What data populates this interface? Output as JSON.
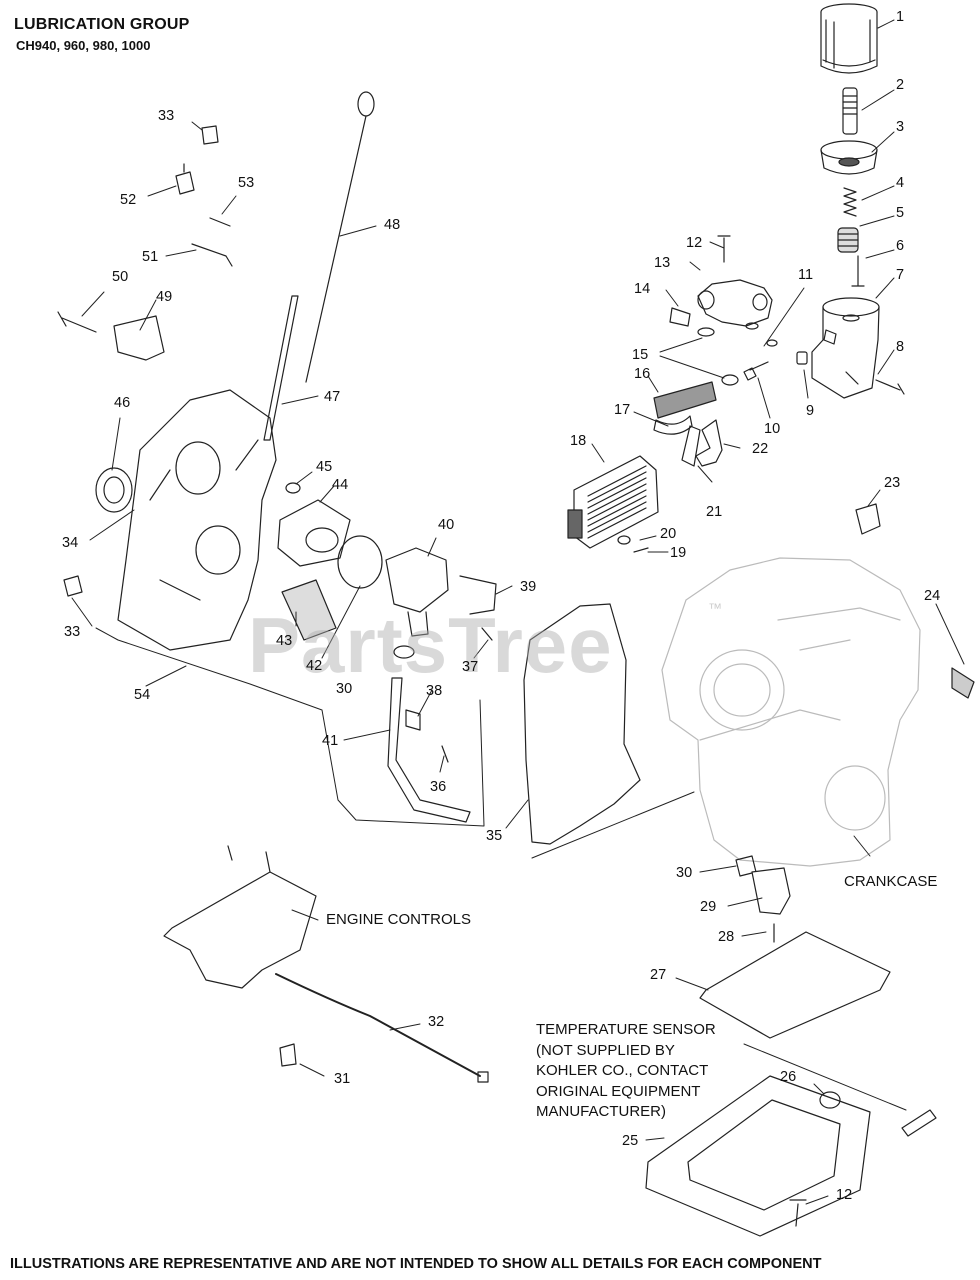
{
  "title": "LUBRICATION GROUP",
  "subtitle": "CH940, 960, 980, 1000",
  "footer": "ILLUSTRATIONS ARE REPRESENTATIVE AND ARE NOT INTENDED TO SHOW ALL DETAILS FOR EACH COMPONENT",
  "watermark": "PartsTree",
  "watermark_tm": "™",
  "callouts": {
    "c1": "1",
    "c2": "2",
    "c3": "3",
    "c4": "4",
    "c5": "5",
    "c6": "6",
    "c7": "7",
    "c8": "8",
    "c9": "9",
    "c10": "10",
    "c11": "11",
    "c12a": "12",
    "c12b": "12",
    "c13": "13",
    "c14": "14",
    "c15": "15",
    "c16": "16",
    "c17": "17",
    "c18": "18",
    "c19": "19",
    "c20": "20",
    "c21": "21",
    "c22": "22",
    "c23": "23",
    "c24": "24",
    "c25": "25",
    "c26": "26",
    "c27": "27",
    "c28": "28",
    "c29": "29",
    "c30a": "30",
    "c30b": "30",
    "c31": "31",
    "c32": "32",
    "c33a": "33",
    "c33b": "33",
    "c34": "34",
    "c35": "35",
    "c36": "36",
    "c37": "37",
    "c38": "38",
    "c39": "39",
    "c40": "40",
    "c41": "41",
    "c42": "42",
    "c43": "43",
    "c44": "44",
    "c45": "45",
    "c46": "46",
    "c47": "47",
    "c48": "48",
    "c49": "49",
    "c50": "50",
    "c51": "51",
    "c52": "52",
    "c53": "53",
    "c54": "54"
  },
  "captions": {
    "engine_controls": "ENGINE CONTROLS",
    "crankcase": "CRANKCASE",
    "temperature_sensor_note": "TEMPERATURE SENSOR\n(NOT SUPPLIED BY\nKOHLER CO., CONTACT\nORIGINAL EQUIPMENT\nMANUFACTURER)"
  }
}
